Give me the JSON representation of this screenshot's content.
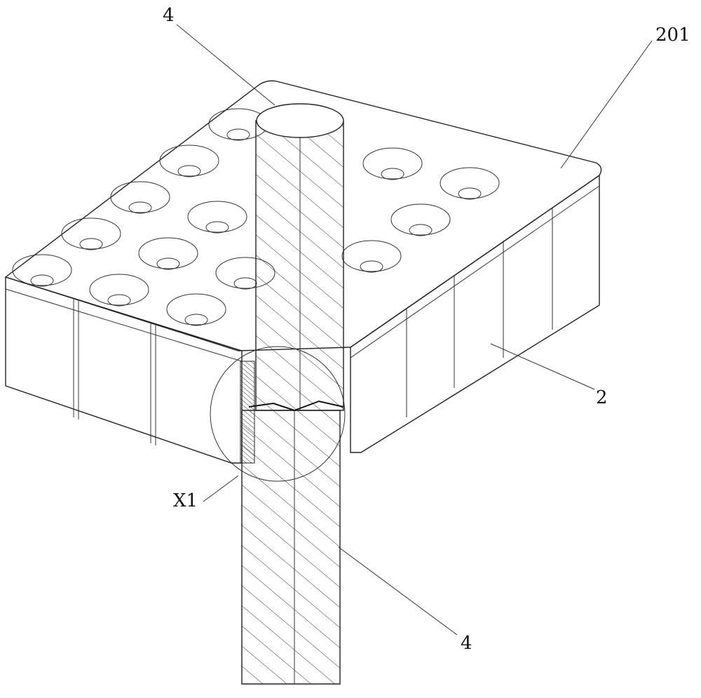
{
  "figure": {
    "labels": {
      "top_cylinder": "4",
      "tray_cell": "201",
      "tray": "2",
      "detail_view": "X1",
      "bottom_cylinder": "4"
    }
  }
}
